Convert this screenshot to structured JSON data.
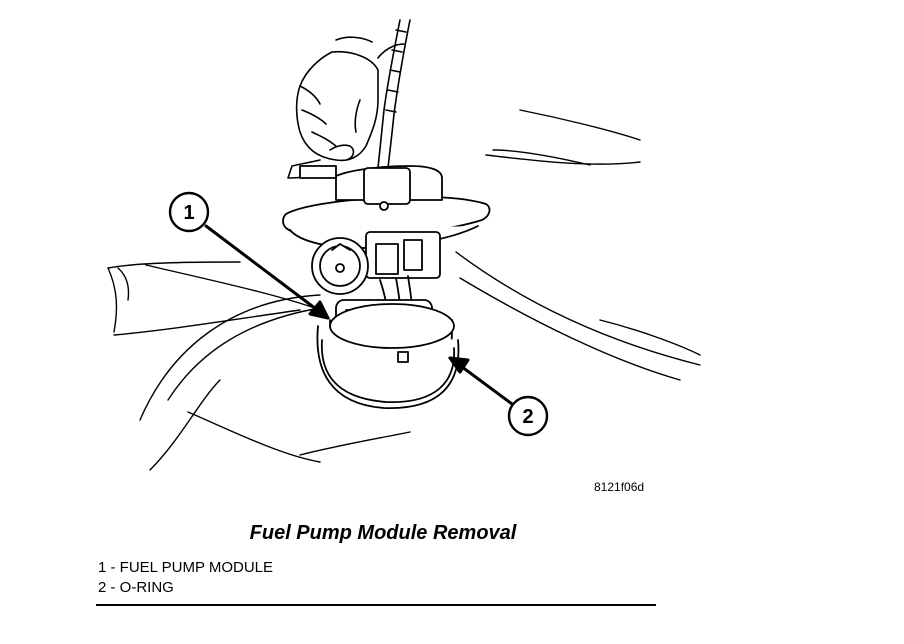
{
  "figure_id": "8121f06d",
  "caption": "Fuel Pump Module Removal",
  "callouts": [
    {
      "number": "1"
    },
    {
      "number": "2"
    }
  ],
  "legend": [
    {
      "text": "1 - FUEL PUMP MODULE"
    },
    {
      "text": "2 - O-RING"
    }
  ]
}
